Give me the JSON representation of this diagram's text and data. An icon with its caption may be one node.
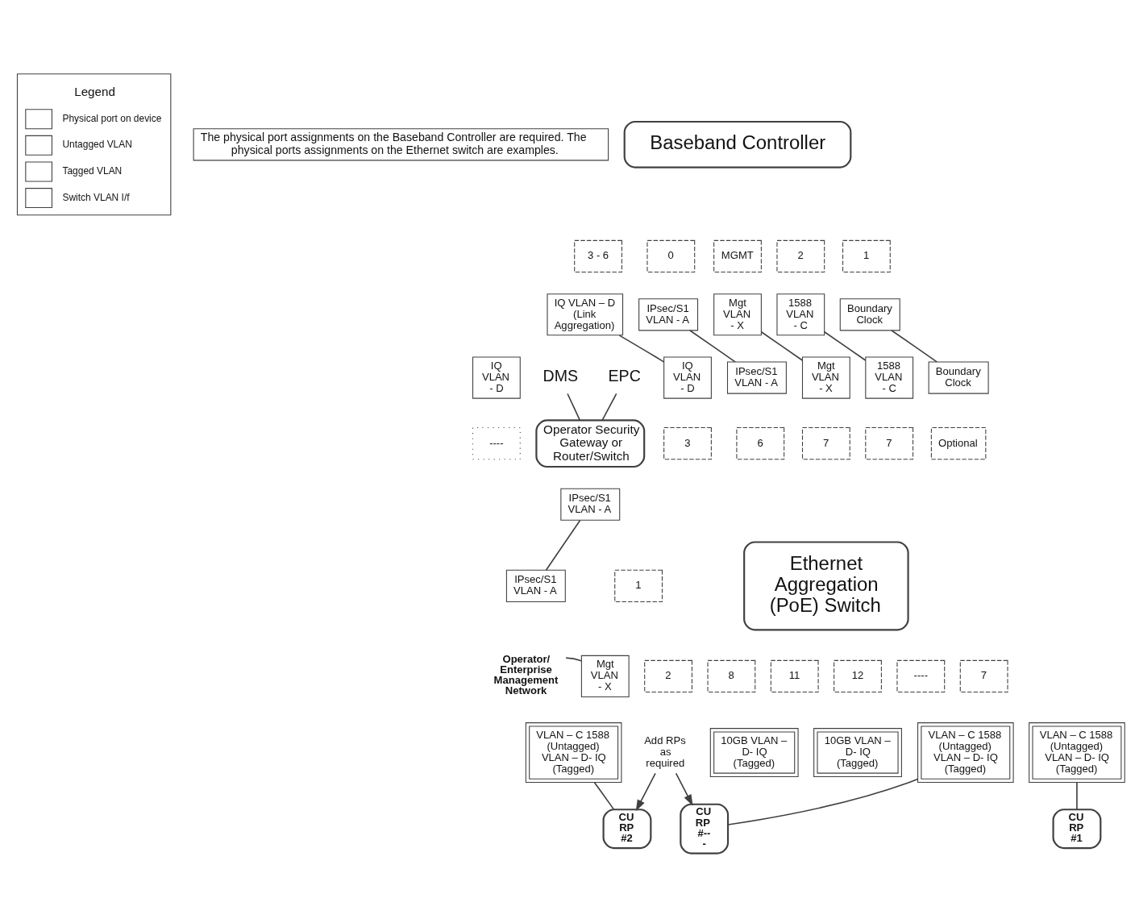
{
  "diagram": {
    "nodes": [
      {
        "text": [
          "The physical port assignments on the Baseband Controller are required. The physical ports assignments on the Ethernet switch are examples."
        ]
      },
      {
        "text": [
          "Baseband Controller"
        ]
      },
      {
        "text": [
          "3 - 6"
        ]
      },
      {
        "text": [
          "IQ VLAN – D (Link Aggregation)"
        ]
      },
      {
        "text": [
          "2"
        ]
      },
      {
        "text": [
          "1588 VLAN - C"
        ]
      },
      {
        "text": [
          "0"
        ]
      },
      {
        "text": [
          "IPsec/S1 VLAN - A"
        ]
      },
      {
        "text": [
          "MGMT"
        ]
      },
      {
        "text": [
          "Mgt VLAN - X"
        ]
      },
      {
        "text": [
          "1"
        ]
      },
      {
        "text": [
          "Boundary Clock"
        ]
      },
      {
        "text": [
          "IQ VLAN - D"
        ]
      },
      {
        "text": [
          "3"
        ]
      },
      {
        "text": [
          "IQ VLAN - D"
        ]
      },
      {
        "text": [
          "----"
        ]
      },
      {
        "text": [
          "1588 VLAN - C"
        ]
      },
      {
        "text": [
          "7"
        ]
      },
      {
        "text": [
          "IPsec/S1 VLAN - A"
        ]
      },
      {
        "text": [
          "6"
        ]
      },
      {
        "text": [
          "Mgt VLAN - X"
        ]
      },
      {
        "text": [
          "7"
        ]
      },
      {
        "text": [
          "Boundary Clock"
        ]
      },
      {
        "text": [
          "Optional"
        ]
      },
      {
        "text": [
          "Ethernet Aggregation (PoE) Switch"
        ]
      },
      {
        "text": [
          "DMS"
        ]
      },
      {
        "text": [
          "EPC"
        ]
      },
      {
        "text": [
          "Operator Security Gateway or Router/Switch"
        ]
      },
      {
        "text": [
          "IPsec/S1 VLAN - A"
        ]
      },
      {
        "text": [
          "IPsec/S1 VLAN - A"
        ]
      },
      {
        "text": [
          "1"
        ]
      },
      {
        "text": [
          "Operator/ Enterprise Management Network"
        ]
      },
      {
        "text": [
          "Mgt VLAN - X"
        ]
      },
      {
        "text": [
          "2"
        ]
      },
      {
        "text": [
          "7"
        ]
      },
      {
        "text": [
          "VLAN – C 1588 (Untagged) VLAN – D- IQ (Tagged)"
        ]
      },
      {
        "text": [
          "8"
        ]
      },
      {
        "text": [
          "VLAN – C 1588 (Untagged) VLAN – D- IQ (Tagged)"
        ]
      },
      {
        "text": [
          "----"
        ]
      },
      {
        "text": [
          "VLAN – C 1588 (Untagged) VLAN – D- IQ (Tagged)"
        ]
      },
      {
        "text": [
          "11"
        ]
      },
      {
        "text": [
          "10GB VLAN – D- IQ (Tagged)"
        ]
      },
      {
        "text": [
          "12"
        ]
      },
      {
        "text": [
          "10GB VLAN – D- IQ (Tagged)"
        ]
      },
      {
        "text": [
          "CU RP #1"
        ]
      },
      {
        "text": [
          "CU RP #2"
        ]
      },
      {
        "text": [
          "CU RP #---"
        ]
      },
      {
        "text": [
          "Add RPs as required"
        ]
      }
    ],
    "edges": [
      {
        "from": 3,
        "to": 12,
        "arrow": "none"
      },
      {
        "from": 5,
        "to": 16,
        "arrow": "none"
      },
      {
        "from": 7,
        "to": 18,
        "arrow": "none"
      },
      {
        "from": 9,
        "to": 20,
        "arrow": "none"
      },
      {
        "from": 11,
        "to": 22,
        "arrow": "none"
      },
      {
        "from": 25,
        "to": 27,
        "arrow": "none"
      },
      {
        "from": 26,
        "to": 27,
        "arrow": "none"
      },
      {
        "from": 28,
        "to": 29,
        "arrow": "none"
      },
      {
        "from": 31,
        "to": 32,
        "arrow": "none"
      },
      {
        "from": 35,
        "to": 44,
        "arrow": "none"
      },
      {
        "from": 37,
        "to": 45,
        "arrow": "none"
      },
      {
        "from": 39,
        "to": 46,
        "arrow": "none"
      },
      {
        "from": 47,
        "to": 45,
        "arrow": "to"
      },
      {
        "from": 47,
        "to": 46,
        "arrow": "to"
      }
    ],
    "labels": [
      "Legend"
    ],
    "legend": [
      {
        "text": "Physical port on device"
      },
      {
        "text": "Untagged VLAN"
      },
      {
        "text": "Tagged VLAN"
      },
      {
        "text": "Switch VLAN I/f"
      }
    ]
  }
}
